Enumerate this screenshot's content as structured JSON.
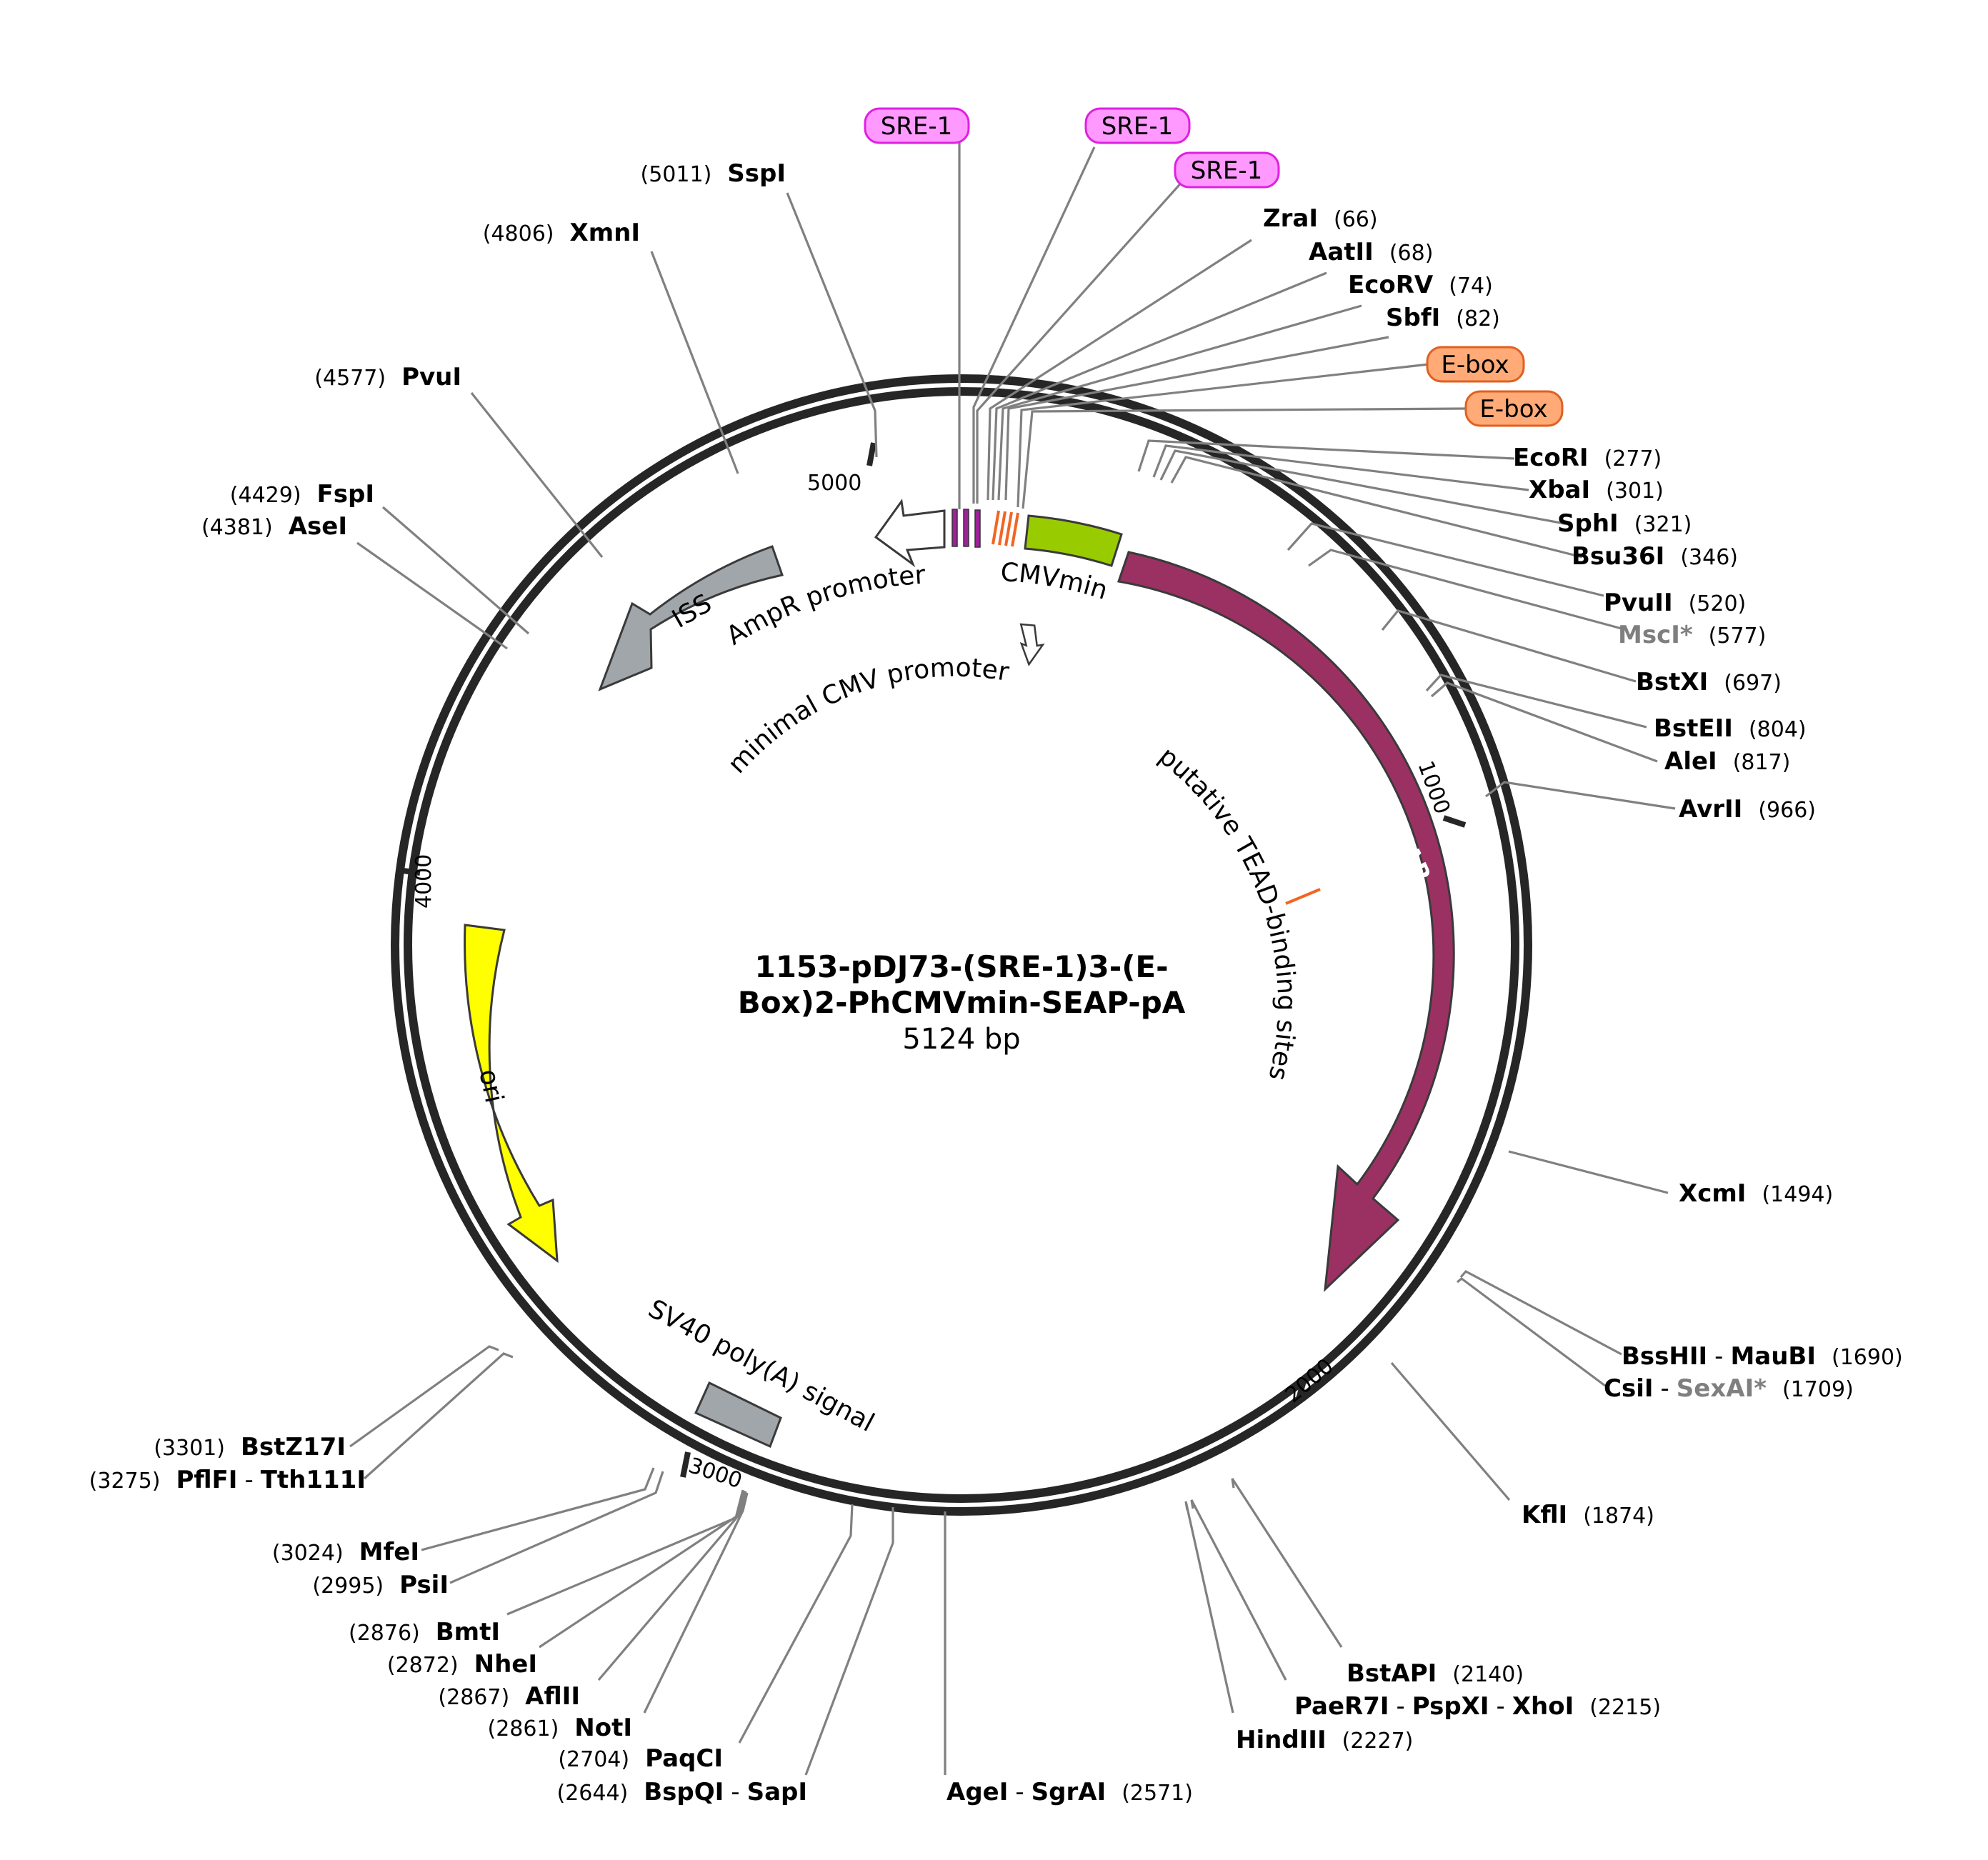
{
  "plasmid": {
    "name_line1": "1153-pDJ73-(SRE-1)3-(E-",
    "name_line2": "Box)2-PhCMVmin-SEAP-pA",
    "size_label": "5124 bp",
    "length": 5124
  },
  "ticks": [
    {
      "label": "5000",
      "bp": 5000
    },
    {
      "label": "1000",
      "bp": 1000
    },
    {
      "label": "4000",
      "bp": 4000
    },
    {
      "label": "2000",
      "bp": 2000
    },
    {
      "label": "3000",
      "bp": 3000
    }
  ],
  "features": {
    "seap": {
      "label": "SEAP",
      "color": "#9b3163"
    },
    "ori": {
      "label": "ori",
      "color": "#ffff00"
    },
    "iss": {
      "label": "ISS",
      "color": "#a1a6ab"
    },
    "sv40": {
      "label": "SV40 poly(A) signal",
      "color": "#a1a6ab"
    },
    "cmvmin": {
      "label": "CMVmin",
      "color": "#99cc00"
    },
    "ampr_promoter": {
      "label": "AmpR promoter",
      "color": "#ffffff"
    },
    "minimal_cmv": {
      "label": "minimal CMV promoter",
      "color": "#ffffff"
    },
    "tead": {
      "label": "putative TEAD-binding sites",
      "color": "#f26522"
    },
    "sre_color": "#a0209a",
    "ebox_color": "#f26522"
  },
  "boxes": [
    {
      "label": "SRE-1",
      "fill": "#ff99ff",
      "stroke": "#e020e0"
    },
    {
      "label": "SRE-1",
      "fill": "#ff99ff",
      "stroke": "#e020e0"
    },
    {
      "label": "SRE-1",
      "fill": "#ff99ff",
      "stroke": "#e020e0"
    },
    {
      "label": "E-box",
      "fill": "#ffaa77",
      "stroke": "#e06020"
    },
    {
      "label": "E-box",
      "fill": "#ffaa77",
      "stroke": "#e06020"
    }
  ],
  "sites": [
    {
      "pos": "(5011)",
      "names": [
        "SspI"
      ]
    },
    {
      "pos": "(4806)",
      "names": [
        "XmnI"
      ]
    },
    {
      "pos": "(4577)",
      "names": [
        "PvuI"
      ]
    },
    {
      "pos": "(4429)",
      "names": [
        "FspI"
      ]
    },
    {
      "pos": "(4381)",
      "names": [
        "AseI"
      ]
    },
    {
      "pos": "(66)",
      "names": [
        "ZraI"
      ]
    },
    {
      "pos": "(68)",
      "names": [
        "AatII"
      ]
    },
    {
      "pos": "(74)",
      "names": [
        "EcoRV"
      ]
    },
    {
      "pos": "(82)",
      "names": [
        "SbfI"
      ]
    },
    {
      "pos": "(277)",
      "names": [
        "EcoRI"
      ]
    },
    {
      "pos": "(301)",
      "names": [
        "XbaI"
      ]
    },
    {
      "pos": "(321)",
      "names": [
        "SphI"
      ]
    },
    {
      "pos": "(346)",
      "names": [
        "Bsu36I"
      ]
    },
    {
      "pos": "(520)",
      "names": [
        "PvuII"
      ]
    },
    {
      "pos": "(577)",
      "names": [
        "MscI*"
      ]
    },
    {
      "pos": "(697)",
      "names": [
        "BstXI"
      ]
    },
    {
      "pos": "(804)",
      "names": [
        "BstEII"
      ]
    },
    {
      "pos": "(817)",
      "names": [
        "AleI"
      ]
    },
    {
      "pos": "(966)",
      "names": [
        "AvrII"
      ]
    },
    {
      "pos": "(1494)",
      "names": [
        "XcmI"
      ]
    },
    {
      "pos": "(1690)",
      "names": [
        "BssHII",
        "MauBI"
      ]
    },
    {
      "pos": "(1709)",
      "names": [
        "CsiI",
        "SexAI*"
      ]
    },
    {
      "pos": "(1874)",
      "names": [
        "KflI"
      ]
    },
    {
      "pos": "(2140)",
      "names": [
        "BstAPI"
      ]
    },
    {
      "pos": "(2215)",
      "names": [
        "PaeR7I",
        "PspXI",
        "XhoI"
      ]
    },
    {
      "pos": "(2227)",
      "names": [
        "HindIII"
      ]
    },
    {
      "pos": "(2571)",
      "names": [
        "AgeI",
        "SgrAI"
      ]
    },
    {
      "pos": "(2704)",
      "names": [
        "PaqCI"
      ]
    },
    {
      "pos": "(2644)",
      "names": [
        "BspQI",
        "SapI"
      ]
    },
    {
      "pos": "(2861)",
      "names": [
        "NotI"
      ]
    },
    {
      "pos": "(2867)",
      "names": [
        "AflII"
      ]
    },
    {
      "pos": "(2872)",
      "names": [
        "NheI"
      ]
    },
    {
      "pos": "(2876)",
      "names": [
        "BmtI"
      ]
    },
    {
      "pos": "(2995)",
      "names": [
        "PsiI"
      ]
    },
    {
      "pos": "(3024)",
      "names": [
        "MfeI"
      ]
    },
    {
      "pos": "(3275)",
      "names": [
        "PflFI",
        "Tth111I"
      ]
    },
    {
      "pos": "(3301)",
      "names": [
        "BstZ17I"
      ]
    }
  ]
}
